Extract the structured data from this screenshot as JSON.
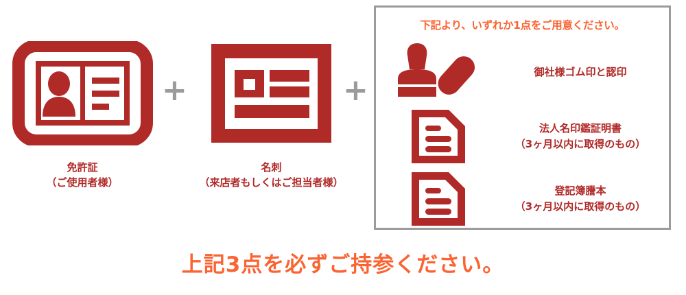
{
  "colors": {
    "red": "#b02a28",
    "orange": "#fa6432",
    "gray": "#9b9b9b",
    "background": "#ffffff"
  },
  "required_items": [
    {
      "icon": "id-card-icon",
      "title": "免許証",
      "subtitle": "（ご使用者様）"
    },
    {
      "icon": "business-card-icon",
      "title": "名刺",
      "subtitle": "（来店者もしくはご担当者様）"
    }
  ],
  "separators": {
    "plus_symbol": "+"
  },
  "options_panel": {
    "heading": "下記より、いずれか1点をご用意ください。",
    "options": [
      {
        "icon": "rubber-stamp-and-seal-icon",
        "title": "御社様ゴム印と認印",
        "subtitle": ""
      },
      {
        "icon": "document-icon",
        "title": "法人名印鑑証明書",
        "subtitle": "（3ヶ月以内に取得のもの）"
      },
      {
        "icon": "document-icon",
        "title": "登記簿謄本",
        "subtitle": "（3ヶ月以内に取得のもの）"
      }
    ]
  },
  "footer": {
    "note": "上記3点を必ずご持参ください。"
  }
}
